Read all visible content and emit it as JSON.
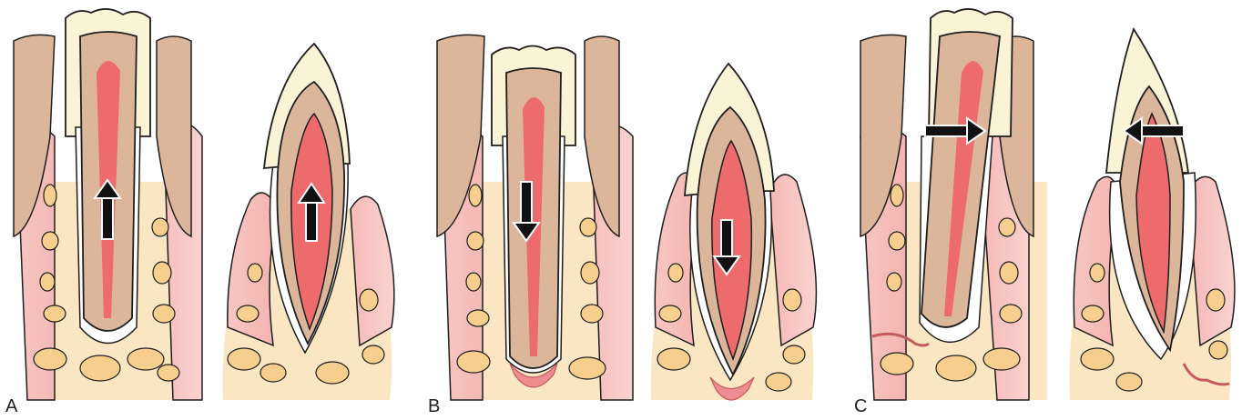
{
  "panels": [
    {
      "label": "A",
      "arrow_direction": "up"
    },
    {
      "label": "B",
      "arrow_direction": "down"
    },
    {
      "label": "C",
      "arrow_direction": "horizontal"
    }
  ],
  "colors": {
    "enamel": "#fbf3d6",
    "dentin": "#dcb69a",
    "pulp": "#ee6b6d",
    "gingiva": "#f4b8b5",
    "bone": "#fbe6c3",
    "trabecula": "#f6cf8f",
    "outline": "#1e1e1e",
    "arrow": "#111111"
  }
}
